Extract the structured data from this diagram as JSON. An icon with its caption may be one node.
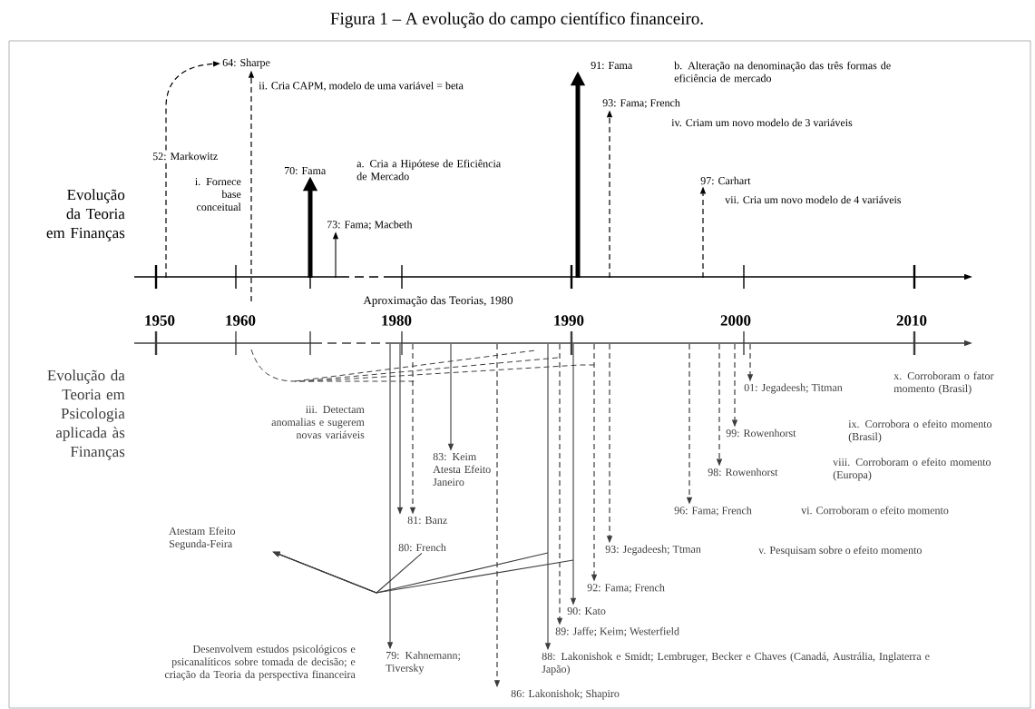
{
  "diagram": {
    "title": "Figura 1 – A evolução do campo científico financeiro.",
    "nodes": [
      {
        "text": [
          "64: Sharpe"
        ],
        "beside": [
          "ii. Cria CAPM, modelo de uma variável = beta"
        ]
      },
      {
        "text": [
          "52: Markowitz"
        ],
        "beside": [
          "i. Fornece base conceitual"
        ]
      },
      {
        "text": [
          "70: Fama"
        ],
        "beside": [
          "a. Cria a Hipótese de Eficiência de Mercado"
        ]
      },
      {
        "text": [
          "73: Fama; Macbeth"
        ]
      },
      {
        "text": [
          "91: Fama"
        ]
      },
      {
        "text": [
          "93: Fama; French"
        ],
        "beside": [
          "iv. Criam um novo modelo de 3 variáveis"
        ]
      },
      {
        "text": [
          "97: Carhart"
        ],
        "beside": [
          "vii. Cria um novo modelo de 4 variáveis"
        ]
      },
      {
        "text": [
          "83: Keim",
          "Atesta Efeito Janeiro"
        ]
      },
      {
        "text": [
          "81: Banz"
        ]
      },
      {
        "text": [
          "80: French"
        ]
      },
      {
        "text": [
          "79: Kahnemann; Tiversky"
        ],
        "beside": [
          "Desenvolvem estudos psicológicos e psicanalíticos sobre tomada de decisão; e criação da Teoria da perspectiva financeira"
        ]
      },
      {
        "text": [
          "86: Lakonishok; Shapiro"
        ]
      },
      {
        "text": [
          "88: Lakonishok e Smidt; Lembruger, Becker e Chaves (Canadá, Austrália, Inglaterra e Japão)"
        ]
      },
      {
        "text": [
          "89: Jaffe; Keim; Westerfield"
        ]
      },
      {
        "text": [
          "90: Kato"
        ]
      },
      {
        "text": [
          "92: Fama; French"
        ]
      },
      {
        "text": [
          "93: Jegadeesh; Ttman"
        ]
      },
      {
        "text": [
          "96: Fama; French"
        ]
      },
      {
        "text": [
          "98: Rowenhorst"
        ]
      },
      {
        "text": [
          "99: Rowenhorst"
        ]
      },
      {
        "text": [
          "01: Jegadeesh; Titman"
        ]
      },
      {
        "text": [
          "Atestam Efeito Segunda-Feira"
        ]
      }
    ],
    "edges": [
      {
        "from": null,
        "to": 1,
        "arrow": "none",
        "style": "dashed",
        "color": "#000000"
      },
      {
        "from": 1,
        "to": 0,
        "arrow": "to",
        "style": "dashed",
        "color": "#000000"
      },
      {
        "from": null,
        "to": 0,
        "arrow": "to",
        "style": "dashed",
        "color": "#000000"
      },
      {
        "from": null,
        "to": 2,
        "arrow": "to",
        "style": "thick",
        "color": "#000000"
      },
      {
        "from": null,
        "to": 3,
        "arrow": "to",
        "color": "#000000"
      },
      {
        "from": null,
        "to": 4,
        "arrow": "to",
        "style": "thick",
        "color": "#000000"
      },
      {
        "from": null,
        "to": 5,
        "arrow": "to",
        "style": "dashed",
        "color": "#000000"
      },
      {
        "from": null,
        "to": 6,
        "arrow": "to",
        "style": "dashed",
        "color": "#000000"
      },
      {
        "from": null,
        "to": 7,
        "arrow": "to"
      },
      {
        "from": null,
        "to": 8,
        "arrow": "to"
      },
      {
        "from": null,
        "to": 8,
        "arrow": "to",
        "style": "dashed"
      },
      {
        "from": null,
        "to": 10,
        "arrow": "to"
      },
      {
        "from": null,
        "to": 11,
        "arrow": "to",
        "style": "dashed"
      },
      {
        "from": null,
        "to": 12,
        "arrow": "to"
      },
      {
        "from": null,
        "to": 13,
        "arrow": "to",
        "style": "dashed"
      },
      {
        "from": null,
        "to": 14,
        "arrow": "to"
      },
      {
        "from": null,
        "to": 15,
        "arrow": "to",
        "style": "dashed"
      },
      {
        "from": null,
        "to": 16,
        "arrow": "to",
        "style": "dashed"
      },
      {
        "from": null,
        "to": 17,
        "arrow": "to",
        "style": "dashed"
      },
      {
        "from": null,
        "to": 18,
        "arrow": "to",
        "style": "dashed"
      },
      {
        "from": null,
        "to": 19,
        "arrow": "to",
        "style": "dashed"
      },
      {
        "from": null,
        "to": 20,
        "arrow": "to",
        "style": "dashed"
      },
      {
        "from": 9,
        "to": 21,
        "arrow": "to"
      },
      {
        "from": null,
        "to": 21,
        "arrow": "to"
      },
      {
        "from": null,
        "to": 21,
        "arrow": "to"
      }
    ],
    "labels": [
      "Evolução da Teoria em Finanças",
      "Aproximação das Teorias, 1980",
      "1950",
      "1960",
      "1980",
      "1990",
      "2000",
      "2010",
      "Evolução da Teoria em Psicologia aplicada às Finanças",
      "iii. Detectam anomalias e sugerem novas variáveis",
      "b. Alteração na denominação das três formas de eficiência de mercado",
      "x. Corroboram o fator momento (Brasil)",
      "ix. Corrobora o efeito momento (Brasil)",
      "viii. Corroboram o efeito momento (Europa)",
      "vi. Corroboram o efeito momento",
      "v. Pesquisam sobre o efeito momento"
    ]
  }
}
